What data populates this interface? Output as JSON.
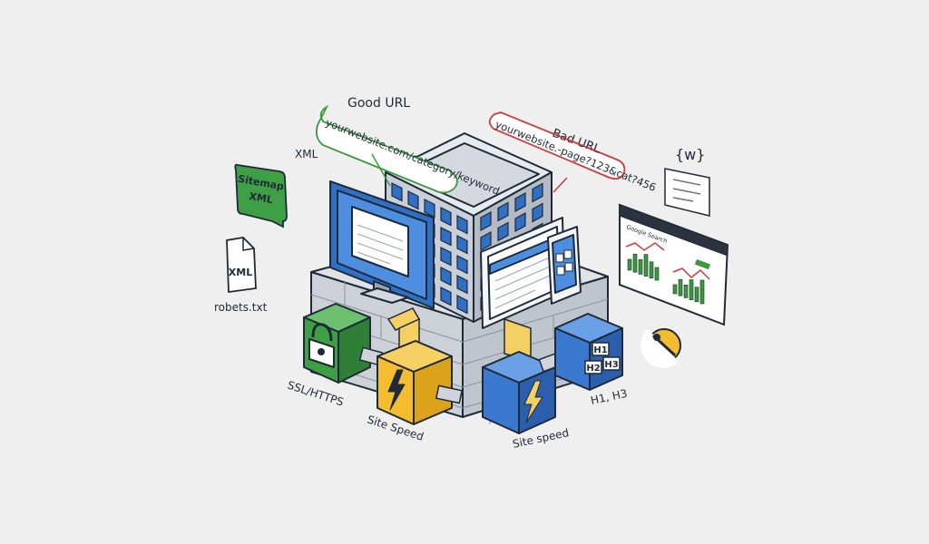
{
  "labels": {
    "good_url_title": "Good URL",
    "good_url": "yourwebsite.com/category/keyword",
    "bad_url_title": "Bad URL",
    "bad_url": "yourwebsite.-page?123&cat?456",
    "xml_top": "XML",
    "sitemap_line1": "Sitemap",
    "sitemap_line2": "XML",
    "xml_file": "XML",
    "robots": "robets.txt",
    "ssl": "SSL/HTTPS",
    "site_speed_1": "Site Speed",
    "site_speed_2": "Site speed",
    "h1": "H1",
    "h2": "H2",
    "h3": "H3",
    "headings": "H1, H3",
    "search_console_title": "Google Search",
    "code_icon": "{w}"
  },
  "colors": {
    "background": "#efefef",
    "good": "#3a9a3a",
    "bad": "#d33a3a",
    "green_box": "#3f9f45",
    "yellow_box": "#f3bd2f",
    "blue_box": "#3b78d0",
    "building": "#c9cfd8",
    "window": "#2f6fc4",
    "outline": "#1f2a38"
  }
}
